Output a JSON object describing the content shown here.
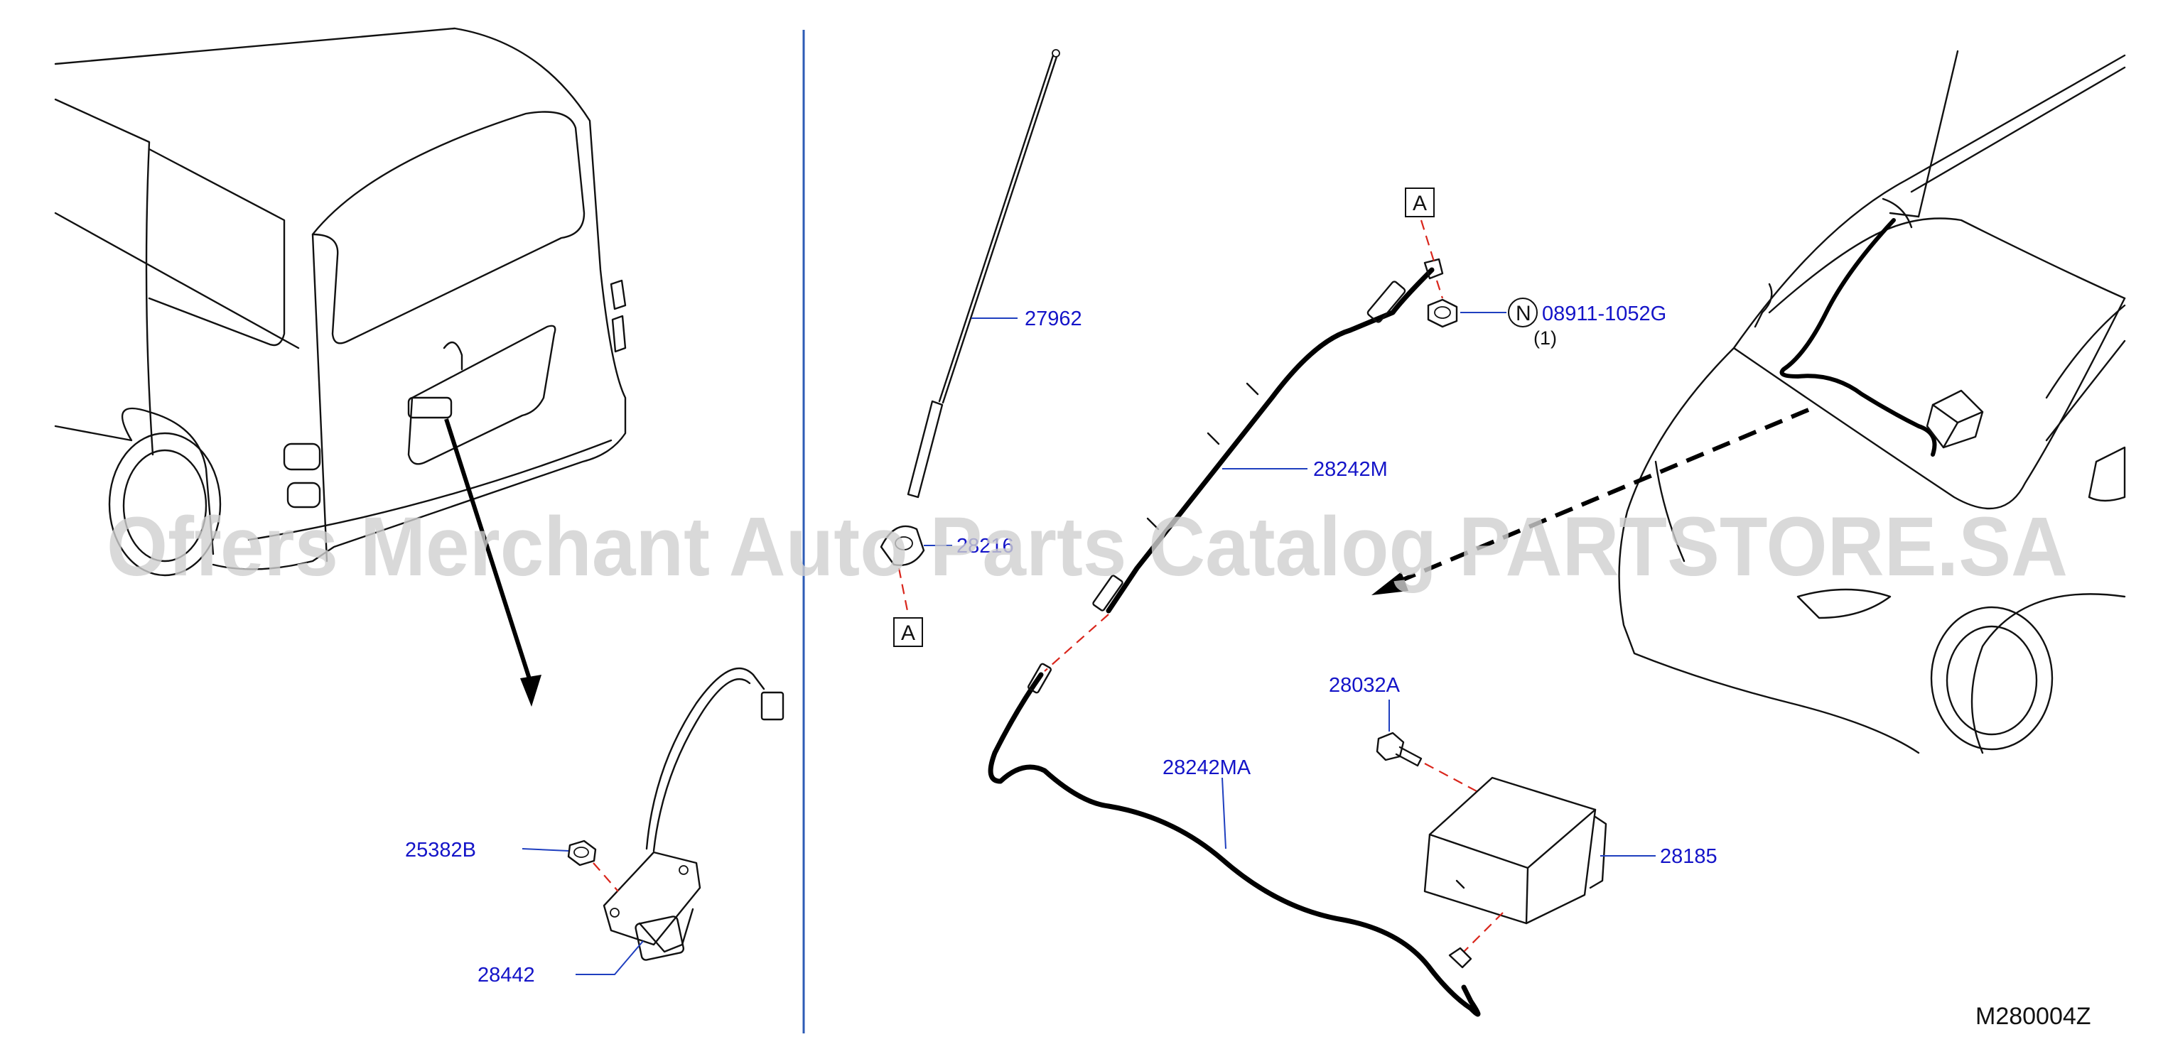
{
  "parts": {
    "p27962": "27962",
    "p28216": "28216",
    "p28242M": "28242M",
    "p28242MA": "28242MA",
    "p08911": "08911-1052G",
    "p08911_qty": "(1)",
    "p28032A": "28032A",
    "p28185": "28185",
    "p25382B": "25382B",
    "p28442": "28442"
  },
  "markers": {
    "ref_a": "A",
    "nut_symbol": "N"
  },
  "diagram_code": "M280004Z",
  "watermark": "Offers Merchant Auto Parts Catalog PARTSTORE.SA",
  "colors": {
    "label": "#1414c8",
    "divider": "#2d5bb5",
    "connector_dash": "#d9261c"
  }
}
